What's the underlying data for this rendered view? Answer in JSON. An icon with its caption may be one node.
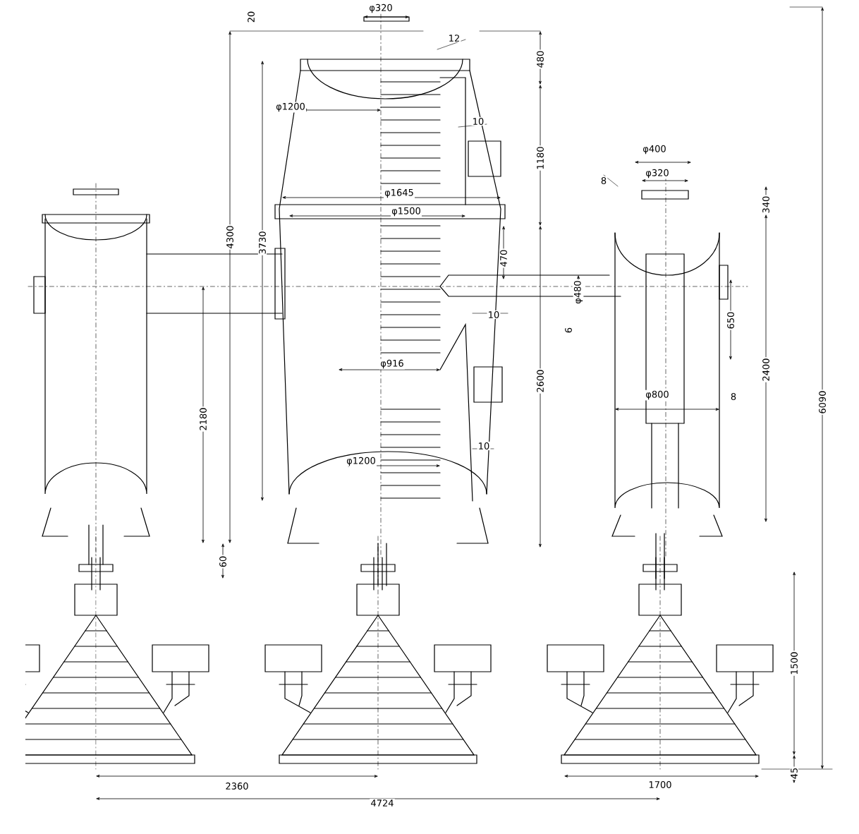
{
  "diagram": {
    "labels": [
      "φ320",
      "20",
      "12",
      "480",
      "φ1200",
      "10",
      "1180",
      "φ400",
      "φ320",
      "8",
      "φ1645",
      "φ1500",
      "340",
      "4300",
      "3730",
      "470",
      "φ480",
      "10",
      "650",
      "6",
      "φ916",
      "2600",
      "2400",
      "φ800",
      "8",
      "6090",
      "2180",
      "10",
      "φ1200",
      "60",
      "1500",
      "45",
      "1700",
      "2360",
      "4724"
    ]
  }
}
